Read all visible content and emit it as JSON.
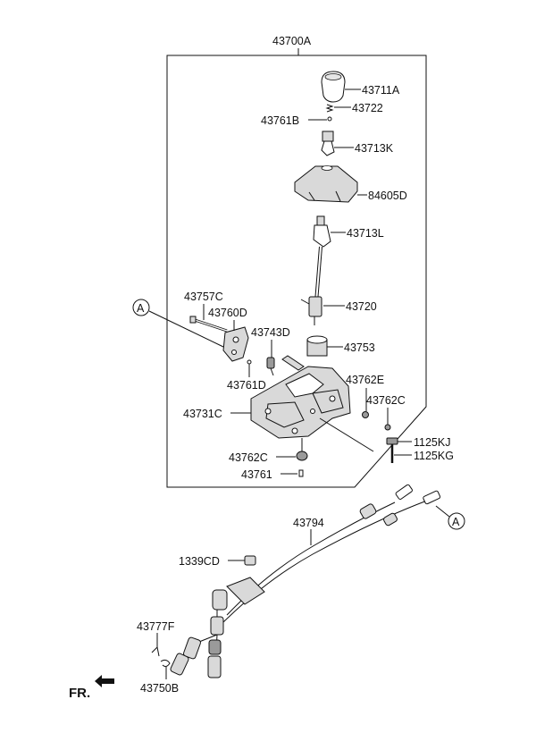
{
  "assembly_label": "43700A",
  "labels": {
    "p43711A": "43711A",
    "p43722": "43722",
    "p43761B": "43761B",
    "p43713K": "43713K",
    "p84605D": "84605D",
    "p43713L": "43713L",
    "p43757C": "43757C",
    "p43760D": "43760D",
    "p43720": "43720",
    "p43743D": "43743D",
    "p43753": "43753",
    "p43762E": "43762E",
    "p43761D": "43761D",
    "p43762C_a": "43762C",
    "p43731C": "43731C",
    "p1125KJ": "1125KJ",
    "p1125KG": "1125KG",
    "p43762C_b": "43762C",
    "p43761": "43761",
    "p43794": "43794",
    "p1339CD": "1339CD",
    "p43777F": "43777F",
    "p43750B": "43750B"
  },
  "callout_a": "A",
  "direction_label": "FR."
}
